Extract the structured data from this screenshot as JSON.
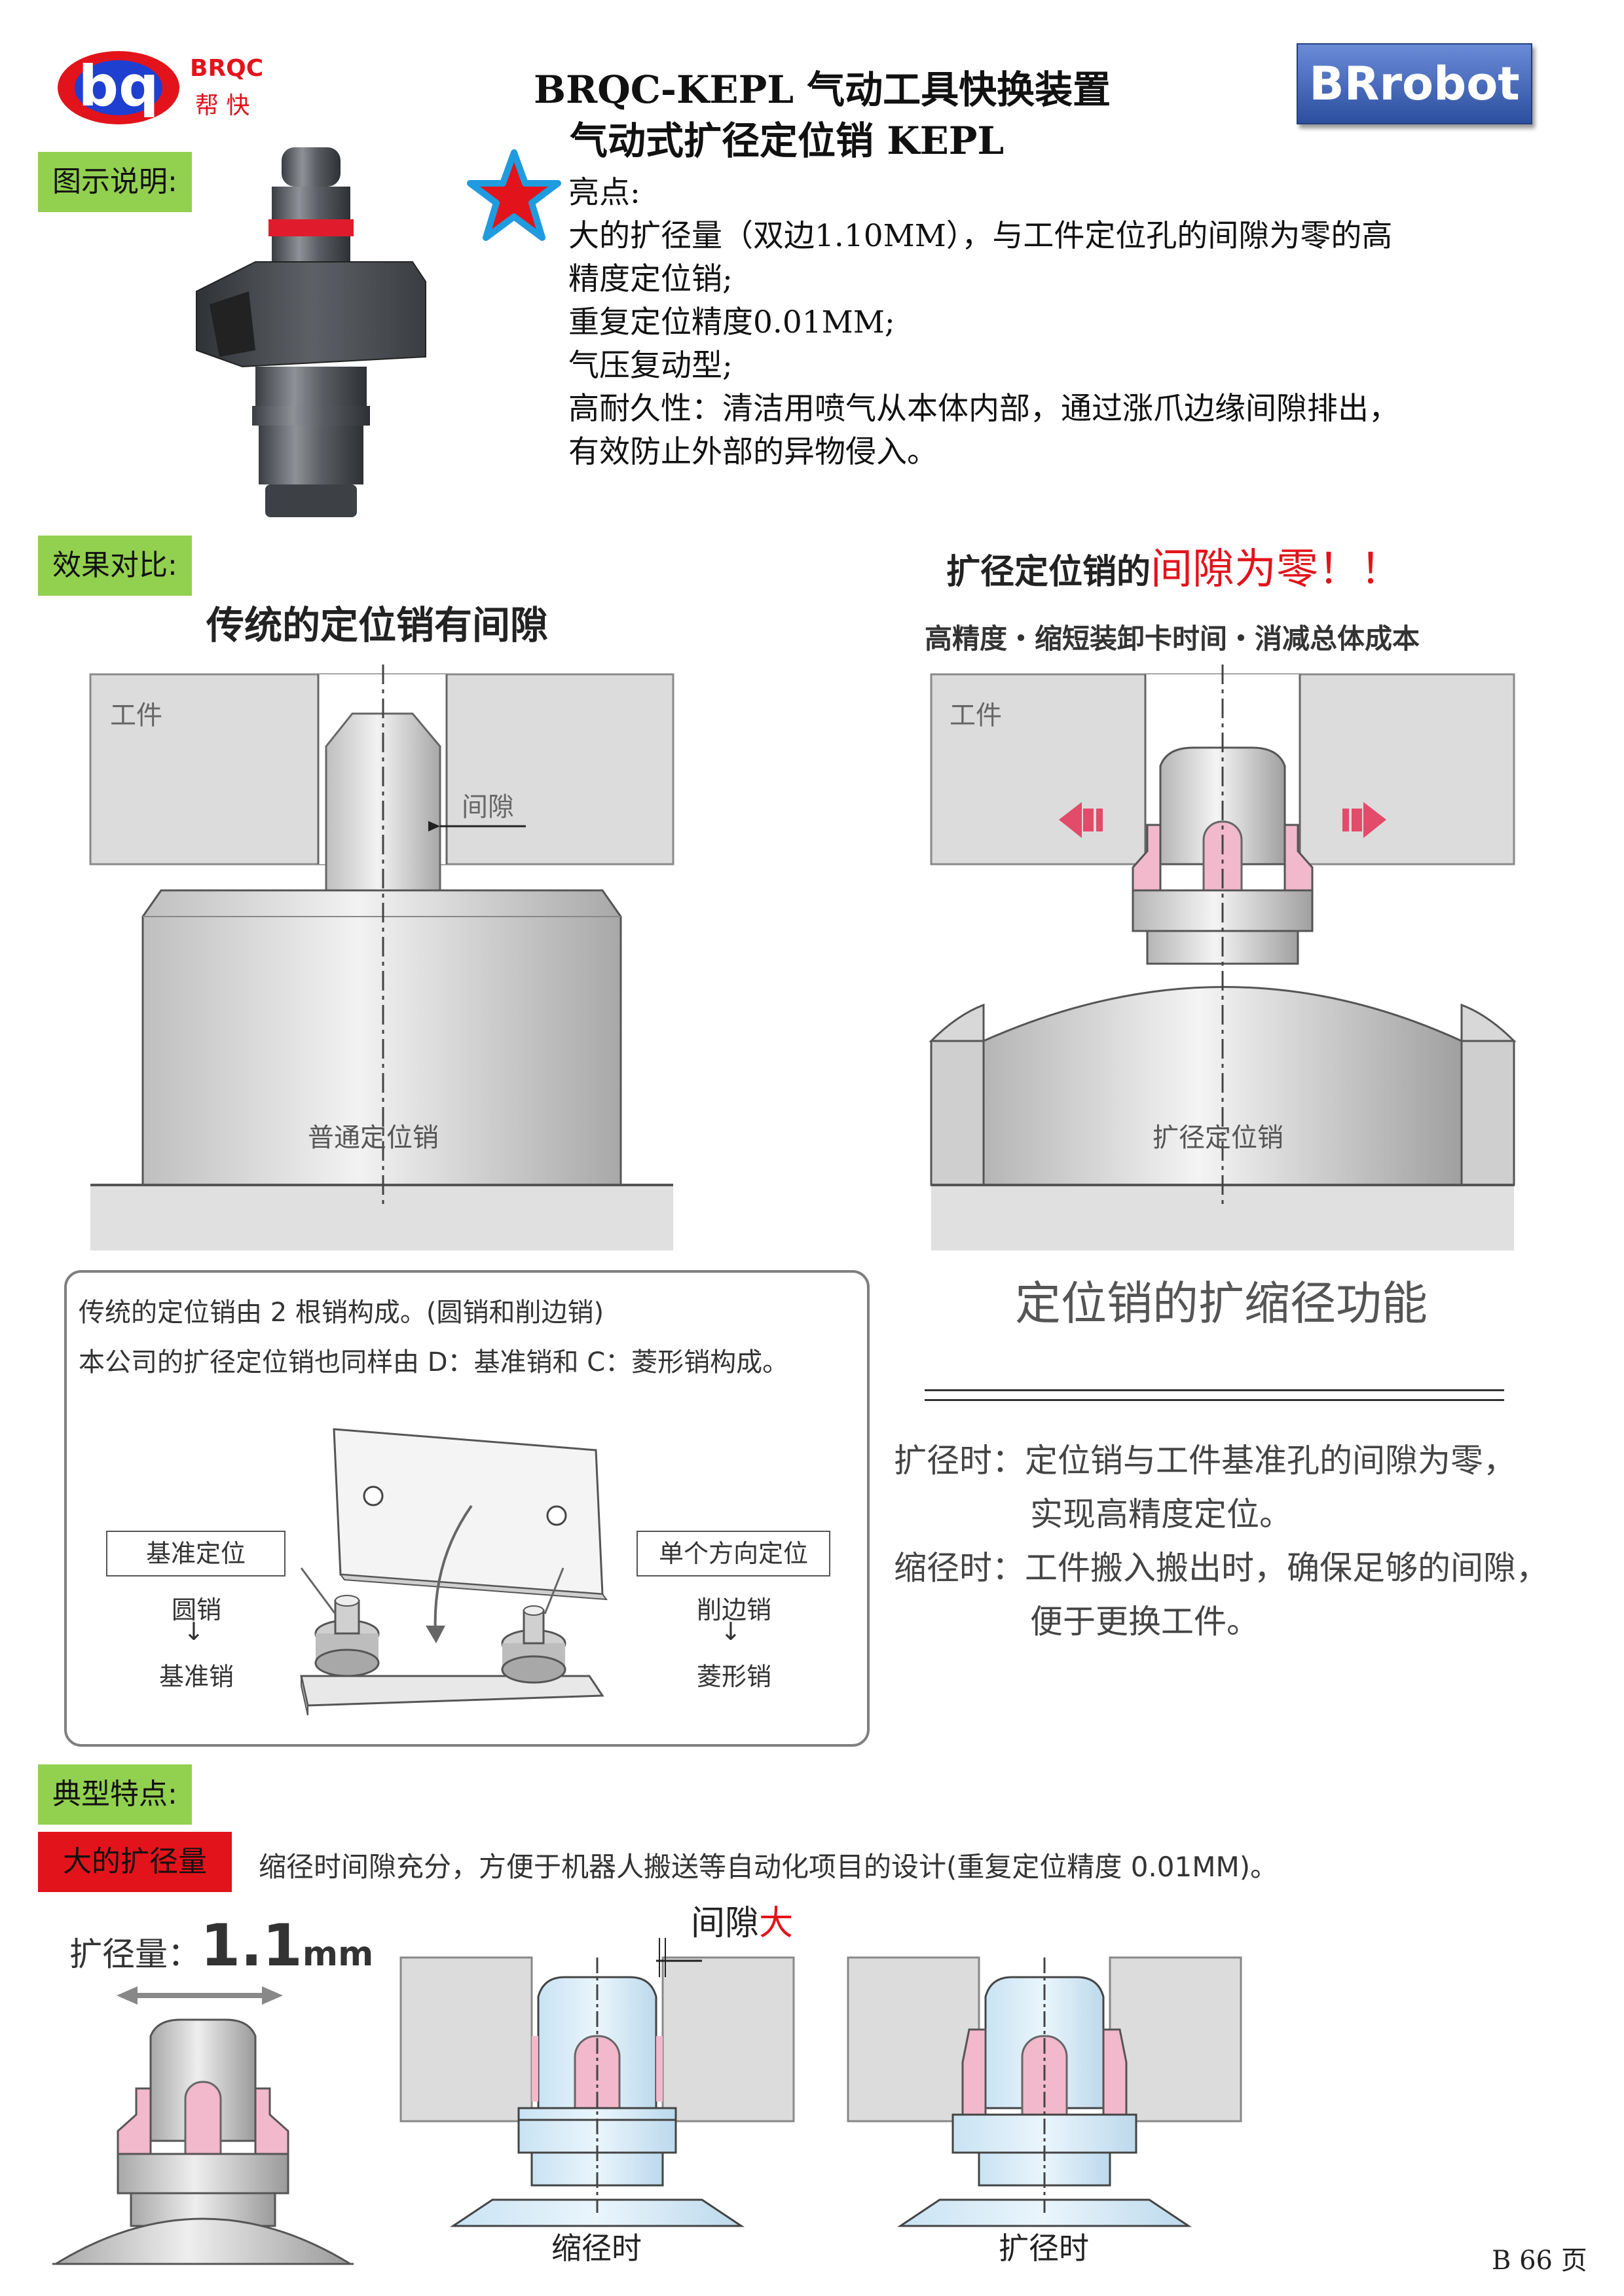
{
  "header": {
    "logo_text": "bq",
    "brand_en": "BRQC",
    "brand_cn": "帮 快",
    "title_line1": "BRQC-KEPL 气动工具快换装置",
    "title_line2": "气动式扩径定位销 KEPL",
    "badge": "BRrobot"
  },
  "sections": {
    "illustration": "图示说明:",
    "comparison": "效果对比:",
    "features": "典型特点:"
  },
  "highlights": {
    "heading": "亮点:",
    "lines": [
      "大的扩径量（双边1.10MM），与工件定位孔的间隙为零的高",
      "精度定位销;",
      "重复定位精度0.01MM;",
      "气压复动型;",
      "高耐久性：清洁用喷气从本体内部，通过涨爪边缘间隙排出，",
      "有效防止外部的异物侵入。"
    ]
  },
  "left_diagram": {
    "title": "传统的定位销有间隙",
    "workpiece": "工件",
    "gap": "间隙",
    "pin": "普通定位销"
  },
  "right_diagram": {
    "title_black": "扩径定位销的",
    "title_red": "间隙为零！！",
    "subtitle": "高精度・缩短装卸卡时间・消减总体成本",
    "workpiece": "工件",
    "pin": "扩径定位销"
  },
  "note_box": {
    "line1": "传统的定位销由 2 根销构成。(圆销和削边销)",
    "line2": "本公司的扩径定位销也同样由 D：基准销和 C：菱形销构成。",
    "left_label": "基准定位",
    "left_from": "圆销",
    "left_arrow": "↓",
    "left_to": "基准销",
    "right_label": "单个方向定位",
    "right_from": "削边销",
    "right_arrow": "↓",
    "right_to": "菱形销"
  },
  "function": {
    "title": "定位销的扩缩径功能",
    "expand_label": "扩径时：",
    "expand_line1": "定位销与工件基准孔的间隙为零，",
    "expand_line2": "实现高精度定位。",
    "shrink_label": "缩径时：",
    "shrink_line1": "工件搬入搬出时，确保足够的间隙，",
    "shrink_line2": "便于更换工件。"
  },
  "feature": {
    "tag": "大的扩径量",
    "desc": "缩径时间隙充分，方便于机器人搬送等自动化项目的设计(重复定位精度 0.01MM)。",
    "amount_label": "扩径量：",
    "amount_value": "1.1",
    "amount_unit": "mm",
    "gap_label_black": "间隙",
    "gap_label_red": "大",
    "shrink_caption": "缩径时",
    "expand_caption": "扩径时"
  },
  "footer": {
    "page": "B 66 页"
  },
  "colors": {
    "green": "#92d050",
    "red": "#e3131b",
    "logo_blue": "#1f3fd0",
    "pink": "#f2b8cc"
  }
}
